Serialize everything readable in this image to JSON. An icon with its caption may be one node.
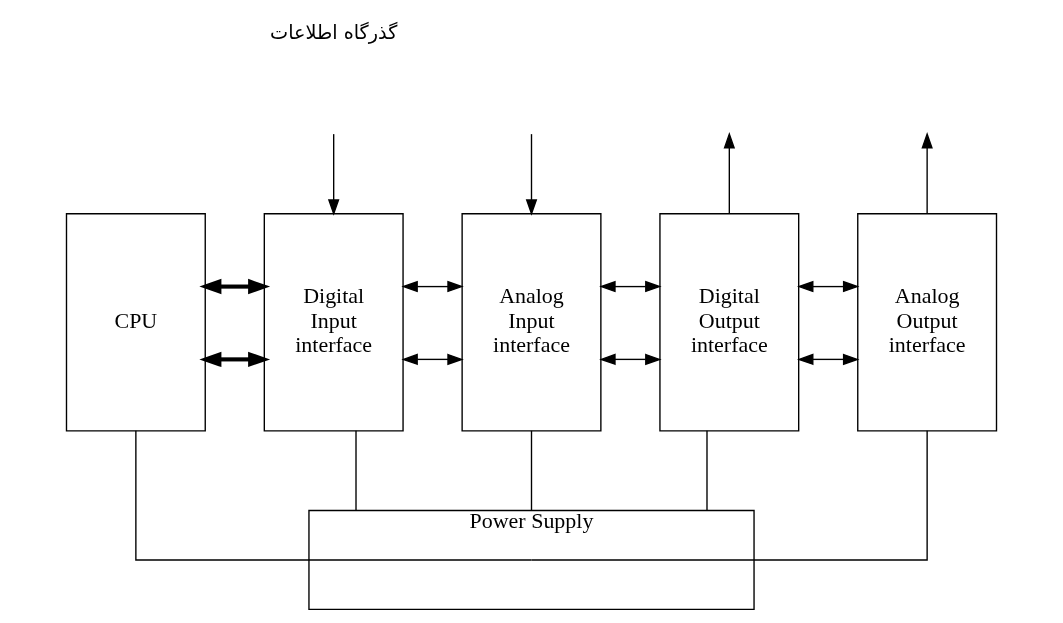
{
  "diagram": {
    "nodes": [
      {
        "text": [
          "CPU"
        ]
      },
      {
        "text": [
          "Digital Input interface"
        ]
      },
      {
        "text": [
          "Analog Input interface"
        ]
      },
      {
        "text": [
          "Digital Output interface"
        ]
      },
      {
        "text": [
          "Analog Output interface"
        ]
      },
      {
        "text": [
          "Power Supply"
        ]
      }
    ],
    "edges": [
      {
        "from": 0,
        "to": 1,
        "arrow": "both",
        "style": "thick"
      },
      {
        "from": 0,
        "to": 1,
        "arrow": "both",
        "style": "thick"
      },
      {
        "from": 1,
        "to": 2,
        "arrow": "both"
      },
      {
        "from": 1,
        "to": 2,
        "arrow": "both"
      },
      {
        "from": 2,
        "to": 3,
        "arrow": "both"
      },
      {
        "from": 2,
        "to": 3,
        "arrow": "both"
      },
      {
        "from": 3,
        "to": 4,
        "arrow": "both"
      },
      {
        "from": 3,
        "to": 4,
        "arrow": "both"
      },
      {
        "from": null,
        "to": 1,
        "arrow": "to"
      },
      {
        "from": null,
        "to": 2,
        "arrow": "to"
      },
      {
        "from": 3,
        "to": null,
        "arrow": "to"
      },
      {
        "from": 4,
        "to": null,
        "arrow": "to"
      },
      {
        "from": 0,
        "to": 5,
        "arrow": "none"
      },
      {
        "from": 1,
        "to": 5,
        "arrow": "none"
      },
      {
        "from": 2,
        "to": 5,
        "arrow": "none"
      },
      {
        "from": 3,
        "to": 5,
        "arrow": "none"
      },
      {
        "from": 4,
        "to": 5,
        "arrow": "none"
      }
    ],
    "labels": [
      "گذرگاه اطلاعات"
    ]
  }
}
